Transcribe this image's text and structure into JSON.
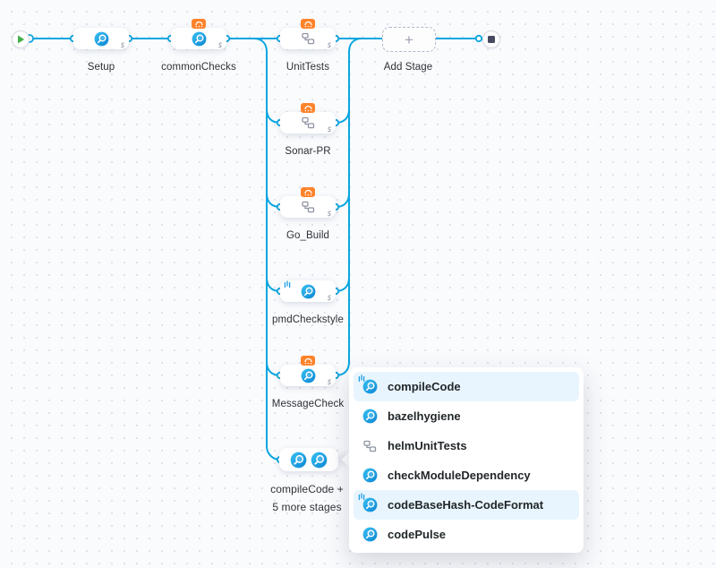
{
  "pipeline": {
    "stages_row": [
      {
        "label": "Setup",
        "icon": "ci-stage-icon",
        "templated": false
      },
      {
        "label": "commonChecks",
        "icon": "ci-stage-icon",
        "templated": true
      }
    ],
    "parallel_group": {
      "stages": [
        {
          "label": "UnitTests",
          "icon": "stages-group-icon",
          "templated": true
        },
        {
          "label": "Sonar-PR",
          "icon": "stages-group-icon",
          "templated": true
        },
        {
          "label": "Go_Build",
          "icon": "stages-group-icon",
          "templated": true
        },
        {
          "label": "pmdCheckstyle",
          "icon": "ci-stage-icon",
          "templated": false,
          "looping": true
        },
        {
          "label": "MessageCheck",
          "icon": "ci-stage-icon",
          "templated": true
        }
      ],
      "collapsed_stage": {
        "label_line1": "compileCode +",
        "label_line2": "5 more stages"
      }
    },
    "add_stage": {
      "label": "Add Stage",
      "plus": "+"
    }
  },
  "popup": {
    "items": [
      {
        "label": "compileCode",
        "icon": "ci-stage-icon",
        "highlighted": true,
        "looping": true
      },
      {
        "label": "bazelhygiene",
        "icon": "ci-stage-icon",
        "highlighted": false
      },
      {
        "label": "helmUnitTests",
        "icon": "stages-group-icon",
        "highlighted": false
      },
      {
        "label": "checkModuleDependency",
        "icon": "ci-stage-icon",
        "highlighted": false
      },
      {
        "label": "codeBaseHash-CodeFormat",
        "icon": "ci-stage-icon",
        "highlighted": true,
        "looping": true
      },
      {
        "label": "codePulse",
        "icon": "ci-stage-icon",
        "highlighted": false
      }
    ]
  },
  "colors": {
    "connector_blue": "#0aa6e0",
    "template_badge_orange": "#ff832b",
    "highlight_row_blue": "#e8f5fe",
    "play_green": "#43b049",
    "stop_slate": "#474a5e"
  }
}
